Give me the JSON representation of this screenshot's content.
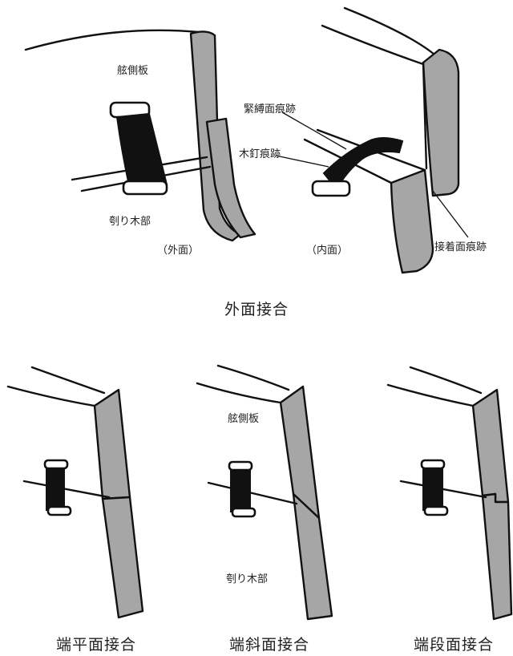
{
  "top": {
    "caption": "外面接合",
    "labels": {
      "side_plank": "舷側板",
      "dugout_part": "刳り木部",
      "outer_face": "（外面）",
      "inner_face": "（内面）",
      "lashing_trace": "緊縛面痕跡",
      "dowel_trace": "木釘痕跡",
      "adhesion_trace": "接着面痕跡"
    }
  },
  "bottom": {
    "captions": [
      "端平面接合",
      "端斜面接合",
      "端段面接合"
    ],
    "labels": {
      "side_plank": "舷側板",
      "dugout_part": "刳り木部"
    }
  },
  "colors": {
    "edge_gray": "#a6a6a6",
    "ink": "#111111"
  }
}
